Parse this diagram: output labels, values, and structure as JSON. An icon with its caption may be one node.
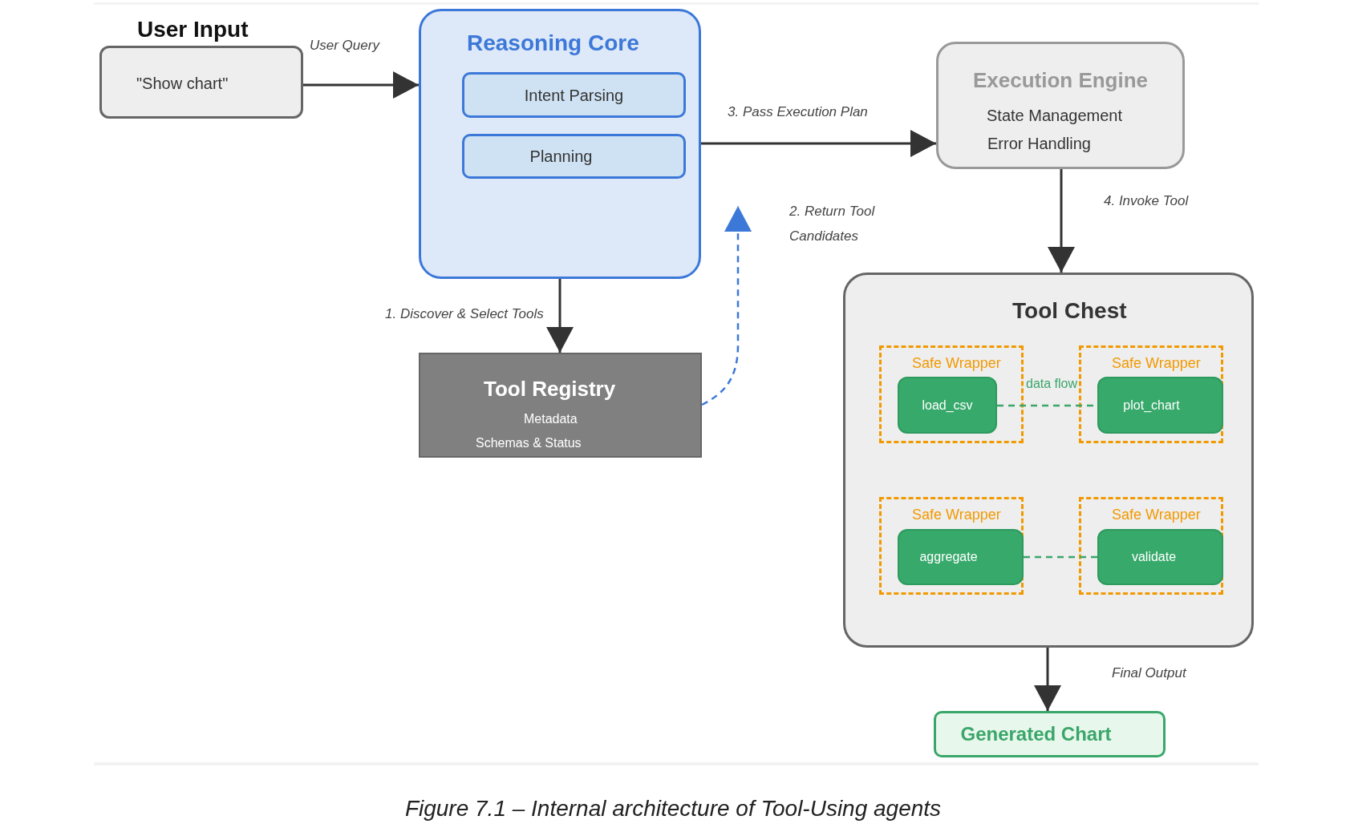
{
  "diagram": {
    "caption": "Figure 7.1 – Internal architecture of Tool-Using agents",
    "nodes": [
      {
        "text": [
          "User Input",
          "\"Show chart\""
        ]
      },
      {
        "text": [
          "Reasoning Core"
        ]
      },
      {
        "text": [
          "Intent Parsing"
        ],
        "in": 1
      },
      {
        "text": [
          "Planning"
        ],
        "in": 1
      },
      {
        "text": [
          "Execution Engine",
          "State Management",
          "Error Handling"
        ]
      },
      {
        "text": [
          "Tool Registry",
          "Metadata",
          "Schemas & Status"
        ]
      },
      {
        "text": [
          "Tool Chest"
        ]
      },
      {
        "text": [
          "Safe Wrapper"
        ],
        "in": 6
      },
      {
        "text": [
          "load_csv"
        ],
        "in": 7
      },
      {
        "text": [
          "Safe Wrapper"
        ],
        "in": 6
      },
      {
        "text": [
          "plot_chart"
        ],
        "in": 9
      },
      {
        "text": [
          "Safe Wrapper"
        ],
        "in": 6
      },
      {
        "text": [
          "aggregate"
        ],
        "in": 11
      },
      {
        "text": [
          "Safe Wrapper"
        ],
        "in": 6
      },
      {
        "text": [
          "validate"
        ],
        "in": 13
      },
      {
        "text": [
          "Generated Chart"
        ]
      }
    ],
    "edges": [
      {
        "from": 0,
        "to": 1,
        "arrow": "to",
        "label": "User Query"
      },
      {
        "from": 1,
        "to": 5,
        "arrow": "to",
        "label": "1. Discover & Select Tools"
      },
      {
        "from": 5,
        "to": null,
        "arrow": "to",
        "label": "2. Return Tool Candidates",
        "style": "dashed",
        "color": "#3c78d8"
      },
      {
        "from": 1,
        "to": 4,
        "arrow": "to",
        "label": "3. Pass Execution Plan"
      },
      {
        "from": 4,
        "to": 6,
        "arrow": "to",
        "label": "4. Invoke Tool"
      },
      {
        "from": 8,
        "to": 10,
        "arrow": "none",
        "label": "data flow",
        "style": "dashed",
        "color": "#3aa66a"
      },
      {
        "from": 12,
        "to": 14,
        "arrow": "none",
        "style": "dashed",
        "color": "#3aa66a"
      },
      {
        "from": 6,
        "to": 15,
        "arrow": "to",
        "label": "Final Output"
      }
    ]
  }
}
